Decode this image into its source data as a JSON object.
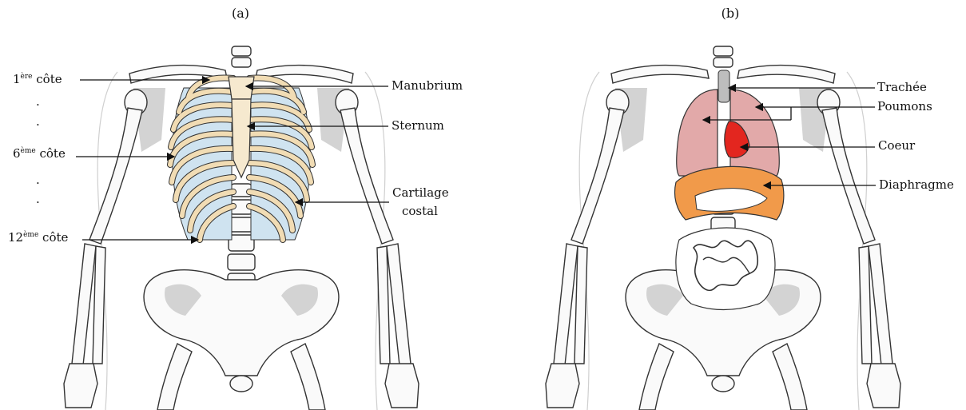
{
  "panel_a": {
    "caption": "(a)",
    "labels": {
      "rib1_pre": "1",
      "rib1_sup": "ère",
      "rib1_post": " côte",
      "rib6_pre": "6",
      "rib6_sup": "ème",
      "rib6_post": " côte",
      "rib12_pre": "12",
      "rib12_sup": "ème",
      "rib12_post": " côte",
      "manubrium": "Manubrium",
      "sternum": "Sternum",
      "cartilage_line1": "Cartilage",
      "cartilage_line2": "costal",
      "dot": "."
    }
  },
  "panel_b": {
    "caption": "(b)",
    "labels": {
      "trachee": "Trachée",
      "poumons": "Poumons",
      "coeur": "Coeur",
      "diaphragme": "Diaphragme"
    }
  },
  "colors": {
    "rib": "#f1dcb4",
    "cartilage": "#cfe3f0",
    "sternum": "#f6e9cf",
    "lung": "#e2a9a9",
    "heart": "#e3261f",
    "diaphragm": "#f19a4a",
    "bone": "#fafafa",
    "bone_shade": "#d3d3d3"
  }
}
